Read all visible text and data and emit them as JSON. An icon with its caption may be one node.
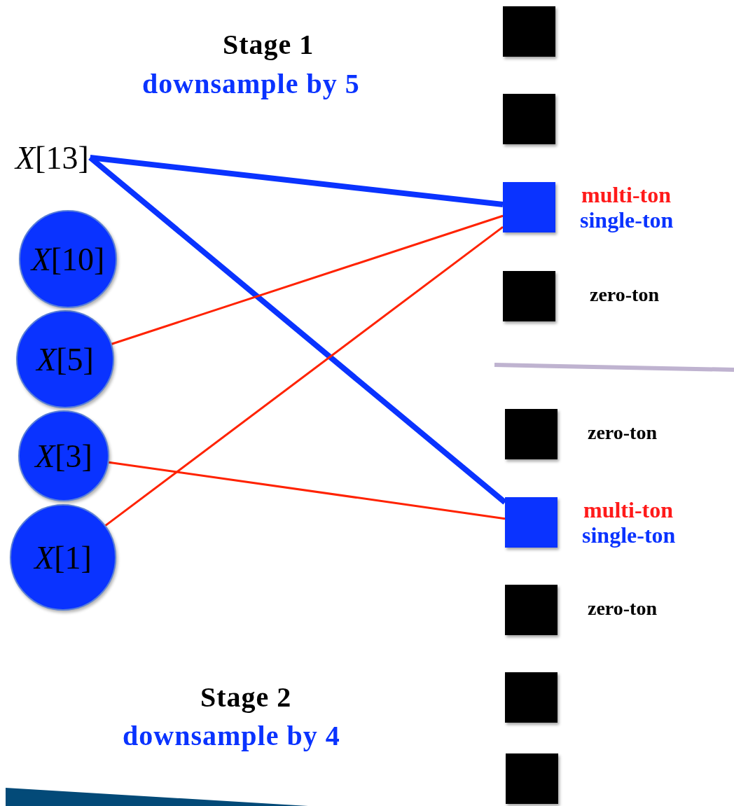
{
  "diagram": {
    "nodes": [
      {
        "text": [
          "*X*[13]"
        ]
      },
      {
        "text": [
          "*X*[10]"
        ]
      },
      {
        "text": [
          "*X*[5]"
        ]
      },
      {
        "text": [
          "*X*[3]"
        ]
      },
      {
        "text": [
          "*X*[1]"
        ]
      },
      {
        "text": [],
        "shape": "box"
      },
      {
        "text": [],
        "shape": "box"
      },
      {
        "text": [],
        "shape": "box",
        "beside": [
          "multi-ton",
          "single-ton"
        ]
      },
      {
        "text": [],
        "shape": "box",
        "beside": [
          "zero-ton"
        ]
      },
      {
        "text": [],
        "shape": "box",
        "beside": [
          "zero-ton"
        ]
      },
      {
        "text": [],
        "shape": "box",
        "beside": [
          "multi-ton",
          "single-ton"
        ]
      },
      {
        "text": [],
        "shape": "box",
        "beside": [
          "zero-ton"
        ]
      },
      {
        "text": [],
        "shape": "box"
      },
      {
        "text": [],
        "shape": "box"
      }
    ],
    "edges": [
      {
        "from": 0,
        "to": 7,
        "arrow": "none",
        "style": "thick",
        "color": "#0a33ff"
      },
      {
        "from": 0,
        "to": 10,
        "arrow": "none",
        "style": "thick",
        "color": "#0a33ff"
      },
      {
        "from": 2,
        "to": 7,
        "arrow": "none"
      },
      {
        "from": 4,
        "to": 7,
        "arrow": "none"
      },
      {
        "from": 3,
        "to": 10,
        "arrow": "none"
      }
    ],
    "labels": [
      "Stage 1",
      "downsample by 5",
      "Stage 2",
      "downsample by 4"
    ]
  }
}
